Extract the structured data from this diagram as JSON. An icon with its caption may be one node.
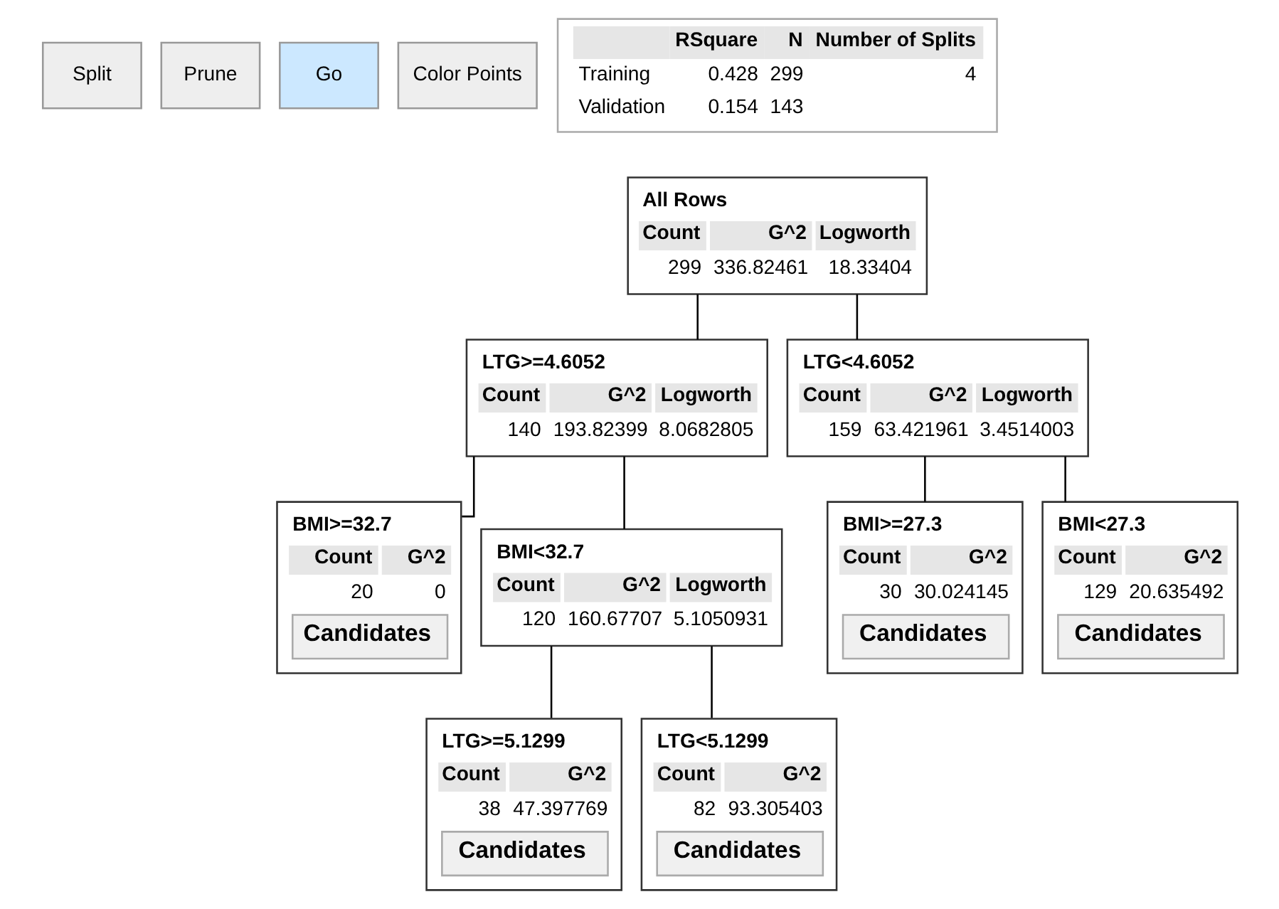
{
  "diagram": {
    "nodes": [
      {
        "text": [
          "Split"
        ]
      },
      {
        "text": [
          "Prune"
        ]
      },
      {
        "text": [
          "Go"
        ]
      },
      {
        "text": [
          "Color Points"
        ]
      },
      {
        "text": [
          "RSquare",
          "N",
          "Number of Splits",
          "Training",
          "0.428",
          "299",
          "4",
          "Validation",
          "0.154",
          "143"
        ]
      },
      {
        "text": [
          "All Rows",
          "Count",
          "G^2",
          "Logworth",
          "299",
          "336.82461",
          "18.33404"
        ]
      },
      {
        "text": [
          "LTG>=4.6052",
          "Count",
          "G^2",
          "Logworth",
          "140",
          "193.82399",
          "8.0682805"
        ]
      },
      {
        "text": [
          "LTG<4.6052",
          "Count",
          "G^2",
          "Logworth",
          "159",
          "63.421961",
          "3.4514003"
        ]
      },
      {
        "text": [
          "BMI>=32.7",
          "Count",
          "G^2",
          "20",
          "0",
          "Candidates"
        ]
      },
      {
        "text": [
          "BMI<32.7",
          "Count",
          "G^2",
          "Logworth",
          "120",
          "160.67707",
          "5.1050931"
        ]
      },
      {
        "text": [
          "BMI>=27.3",
          "Count",
          "G^2",
          "30",
          "30.024145",
          "Candidates"
        ]
      },
      {
        "text": [
          "BMI<27.3",
          "Count",
          "G^2",
          "129",
          "20.635492",
          "Candidates"
        ]
      },
      {
        "text": [
          "LTG>=5.1299",
          "Count",
          "G^2",
          "38",
          "47.397769",
          "Candidates"
        ]
      },
      {
        "text": [
          "LTG<5.1299",
          "Count",
          "G^2",
          "82",
          "93.305403",
          "Candidates"
        ]
      }
    ],
    "edges": [
      {
        "from": 5,
        "to": 6,
        "arrow": "none"
      },
      {
        "from": 5,
        "to": 7,
        "arrow": "none"
      },
      {
        "from": 6,
        "to": 8,
        "arrow": "none"
      },
      {
        "from": 6,
        "to": 9,
        "arrow": "none"
      },
      {
        "from": 7,
        "to": 10,
        "arrow": "none"
      },
      {
        "from": 7,
        "to": 11,
        "arrow": "none"
      },
      {
        "from": 9,
        "to": 12,
        "arrow": "none"
      },
      {
        "from": 9,
        "to": 13,
        "arrow": "none"
      }
    ]
  }
}
